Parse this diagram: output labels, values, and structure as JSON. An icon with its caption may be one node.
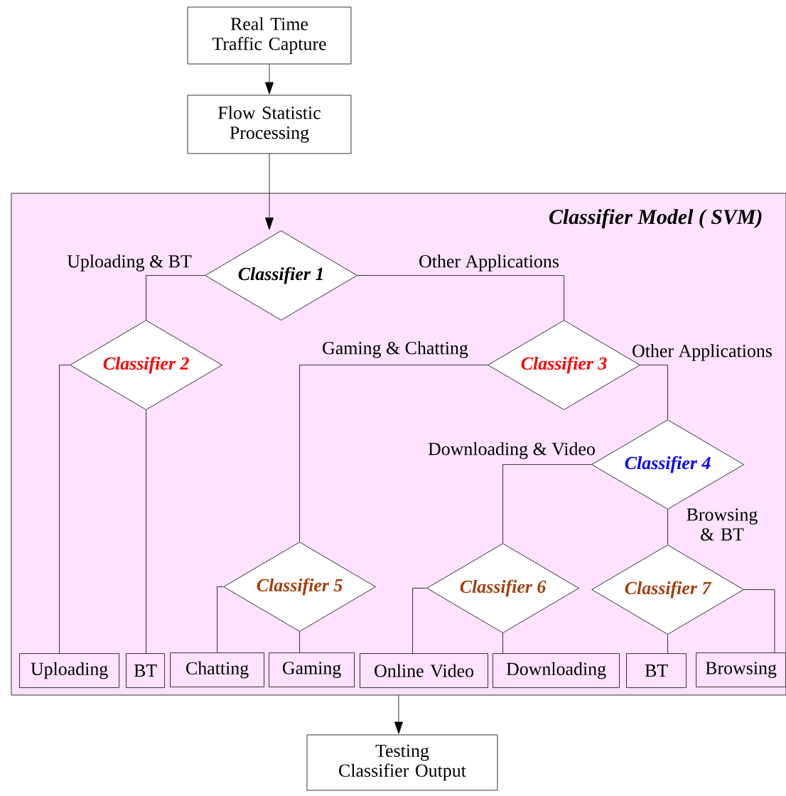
{
  "diagram": {
    "nodes": [
      {
        "text": [
          "Real Time Traffic Capture"
        ]
      },
      {
        "text": [
          "Flow Statistic Processing"
        ]
      },
      {
        "text": [
          "Classifier Model ( SVM)"
        ]
      },
      {
        "text": [
          "Classifier 1"
        ],
        "in": 2
      },
      {
        "text": [
          "Classifier 2"
        ],
        "in": 2
      },
      {
        "text": [
          "Classifier 3"
        ],
        "in": 2
      },
      {
        "text": [
          "Classifier 4"
        ],
        "in": 2
      },
      {
        "text": [
          "Classifier 5"
        ],
        "in": 2
      },
      {
        "text": [
          "Classifier 6"
        ],
        "in": 2
      },
      {
        "text": [
          "Classifier 7"
        ],
        "in": 2
      },
      {
        "text": [
          "Uploading"
        ],
        "in": 2
      },
      {
        "text": [
          "BT"
        ],
        "in": 2
      },
      {
        "text": [
          "Chatting"
        ],
        "in": 2
      },
      {
        "text": [
          "Gaming"
        ],
        "in": 2
      },
      {
        "text": [
          "Online Video"
        ],
        "in": 2
      },
      {
        "text": [
          "Downloading"
        ],
        "in": 2
      },
      {
        "text": [
          "BT"
        ],
        "in": 2
      },
      {
        "text": [
          "Browsing"
        ],
        "in": 2
      },
      {
        "text": [
          "Testing Classifier Output"
        ]
      }
    ],
    "edges": [
      {
        "from": 0,
        "to": 1,
        "arrow": "to"
      },
      {
        "from": 1,
        "to": 3,
        "arrow": "to"
      },
      {
        "from": 3,
        "to": 4,
        "arrow": "none",
        "label": "Uploading & BT"
      },
      {
        "from": 3,
        "to": 5,
        "arrow": "none",
        "label": "Other Applications"
      },
      {
        "from": 4,
        "to": 10,
        "arrow": "none"
      },
      {
        "from": 4,
        "to": 11,
        "arrow": "none"
      },
      {
        "from": 5,
        "to": 7,
        "arrow": "none",
        "label": "Gaming & Chatting"
      },
      {
        "from": 5,
        "to": 6,
        "arrow": "none",
        "label": "Other Applications"
      },
      {
        "from": 6,
        "to": 8,
        "arrow": "none",
        "label": "Downloading & Video"
      },
      {
        "from": 6,
        "to": 9,
        "arrow": "none",
        "label": "Browsing & BT"
      },
      {
        "from": 7,
        "to": 12,
        "arrow": "none"
      },
      {
        "from": 7,
        "to": 13,
        "arrow": "none"
      },
      {
        "from": 8,
        "to": 14,
        "arrow": "none"
      },
      {
        "from": 8,
        "to": 15,
        "arrow": "none"
      },
      {
        "from": 9,
        "to": 16,
        "arrow": "none"
      },
      {
        "from": 9,
        "to": 17,
        "arrow": "none"
      },
      {
        "from": 2,
        "to": 18,
        "arrow": "to"
      }
    ]
  }
}
